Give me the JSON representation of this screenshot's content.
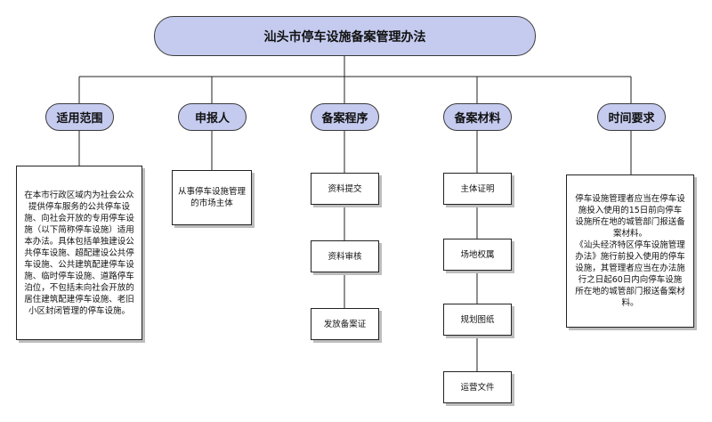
{
  "root": {
    "title": "汕头市停车设施备案管理办法"
  },
  "categories": [
    {
      "label": "适用范围"
    },
    {
      "label": "申报人"
    },
    {
      "label": "备案程序"
    },
    {
      "label": "备案材料"
    },
    {
      "label": "时间要求"
    }
  ],
  "scope": {
    "text": "在本市行政区域内为社会公众提供停车服务的公共停车设施、向社会开放的专用停车设施（以下简称停车设施）适用本办法。具体包括单独建设公共停车设施、超配建设公共停车设施、公共建筑配建停车设施、临时停车设施、道路停车泊位，不包括未向社会开放的居住建筑配建停车设施、老旧小区封闭管理的停车设施。"
  },
  "applicant": {
    "text": "从事停车设施管理的市场主体"
  },
  "procedure": {
    "steps": [
      "资料提交",
      "资料审核",
      "发放备案证"
    ]
  },
  "materials": {
    "items": [
      "主体证明",
      "场地权属",
      "规划图纸",
      "运营文件"
    ]
  },
  "time": {
    "text": "停车设施管理者应当在停车设施投入使用的15日前向停车设施所在地的城管部门报送备案材料。\n《汕头经济特区停车设施管理办法》施行前投入使用的停车设施，其管理者应当在办法施行之日起60日内向停车设施所在地的城管部门报送备案材料。"
  }
}
